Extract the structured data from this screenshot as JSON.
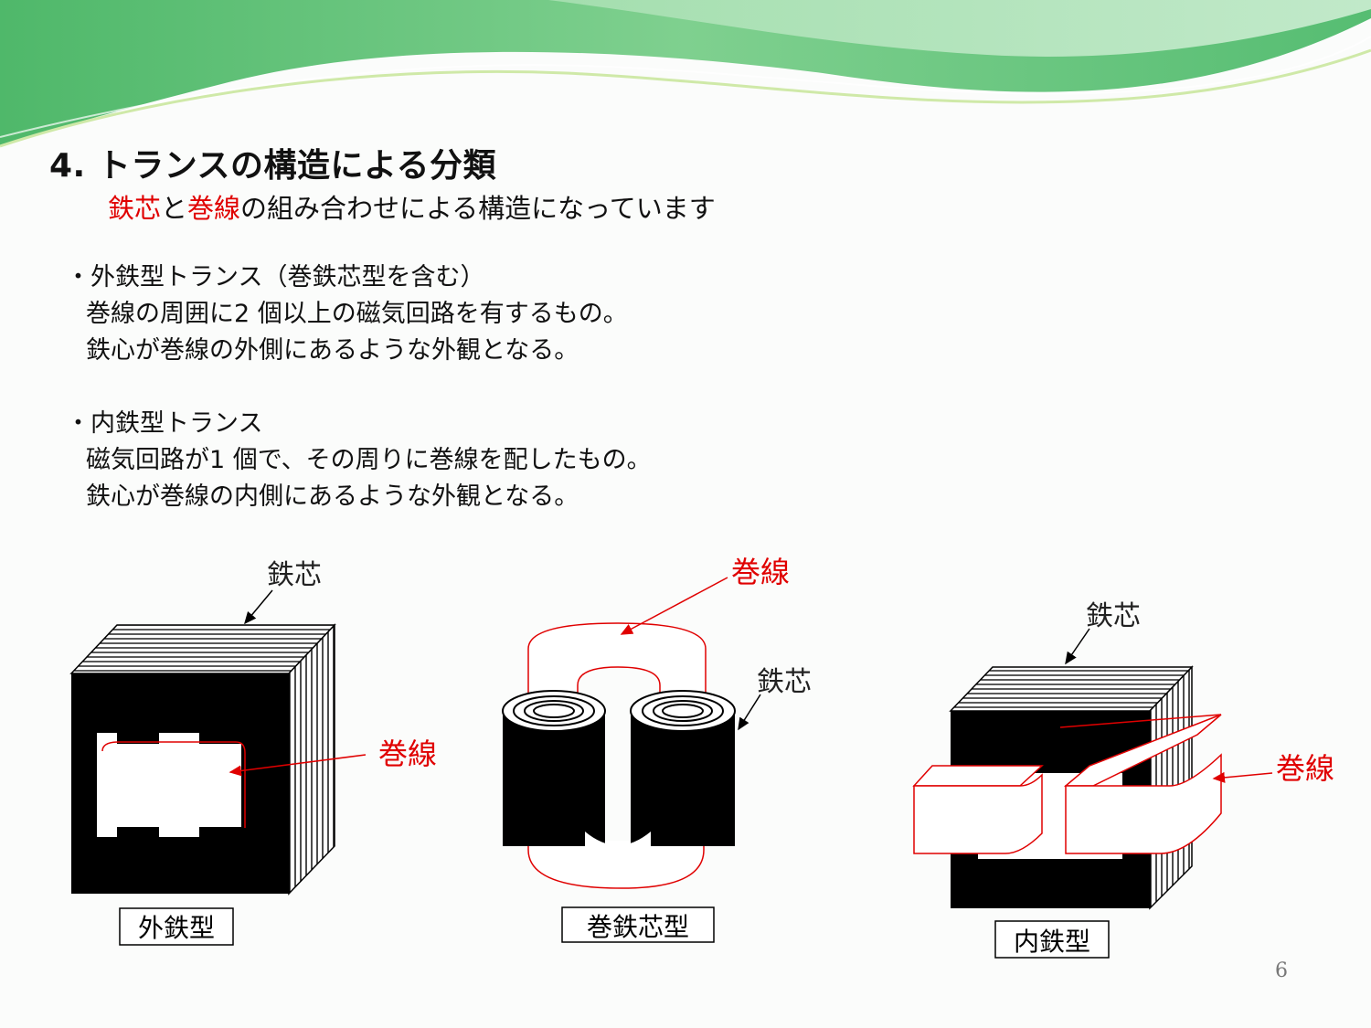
{
  "slide": {
    "title": "4. トランスの構造による分類",
    "subtitle": {
      "part1": "鉄芯",
      "part2": "と",
      "part3": "巻線",
      "part4": "の組み合わせによる構造になっています"
    },
    "outer_type": {
      "heading": "・外鉄型トランス（巻鉄芯型を含む）",
      "lines": [
        "巻線の周囲に2 個以上の磁気回路を有するもの。",
        "鉄心が巻線の外側にあるような外観となる。"
      ]
    },
    "inner_type": {
      "heading": "・内鉄型トランス",
      "lines": [
        "磁気回路が1 個で、その周りに巻線を配したもの。",
        "鉄心が巻線の内側にあるような外観となる。"
      ]
    },
    "page_number": "6"
  },
  "diagrams": {
    "shell": {
      "core_label": "鉄芯",
      "winding_label": "巻線",
      "caption": "外鉄型"
    },
    "wound": {
      "winding_label": "巻線",
      "core_label": "鉄芯",
      "caption": "巻鉄芯型"
    },
    "core": {
      "core_label": "鉄芯",
      "winding_label": "巻線",
      "caption": "内鉄型"
    }
  },
  "colors": {
    "accent_red": "#e00000",
    "banner_green": "#5cbf74",
    "core_black": "#000000"
  }
}
